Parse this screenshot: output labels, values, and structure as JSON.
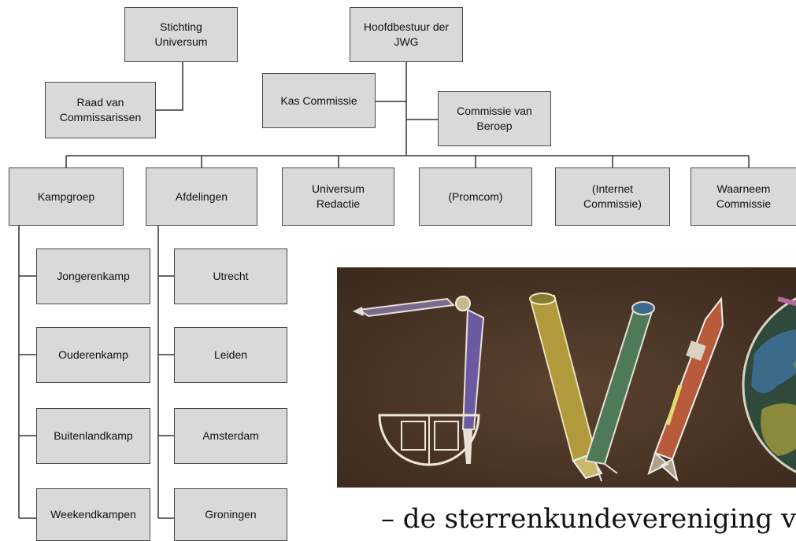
{
  "org_chart": {
    "top": {
      "stichting": "Stichting\nUniversum",
      "hoofdbestuur": "Hoofdbestuur der\nJWG"
    },
    "side": {
      "raad": "Raad van\nCommissarissen",
      "kas": "Kas Commissie",
      "beroep": "Commissie van\nBeroep"
    },
    "groups": [
      "Kampgroep",
      "Afdelingen",
      "Universum\nRedactie",
      "(Promcom)",
      "(Internet\nCommissie)",
      "Waarneem\nCommissie"
    ],
    "kampgroep_items": [
      "Jongerenkamp",
      "Ouderenkamp",
      "Buitenlandkamp",
      "Weekendkampen"
    ],
    "afdelingen_items": [
      "Utrecht",
      "Leiden",
      "Amsterdam",
      "Groningen"
    ]
  },
  "tagline": "– de sterrenkundevereniging v",
  "colors": {
    "box_fill": "#d9d9d9",
    "box_border": "#4a4a4a",
    "line": "#333333",
    "chalkboard": "#4d3626"
  },
  "logo_image": {
    "description": "chalk drawing of the letters JWG on a brown chalkboard",
    "icons": [
      "compass-icon",
      "protractor-icon",
      "telescope-icon",
      "rocket-icon",
      "planet-icon"
    ]
  }
}
